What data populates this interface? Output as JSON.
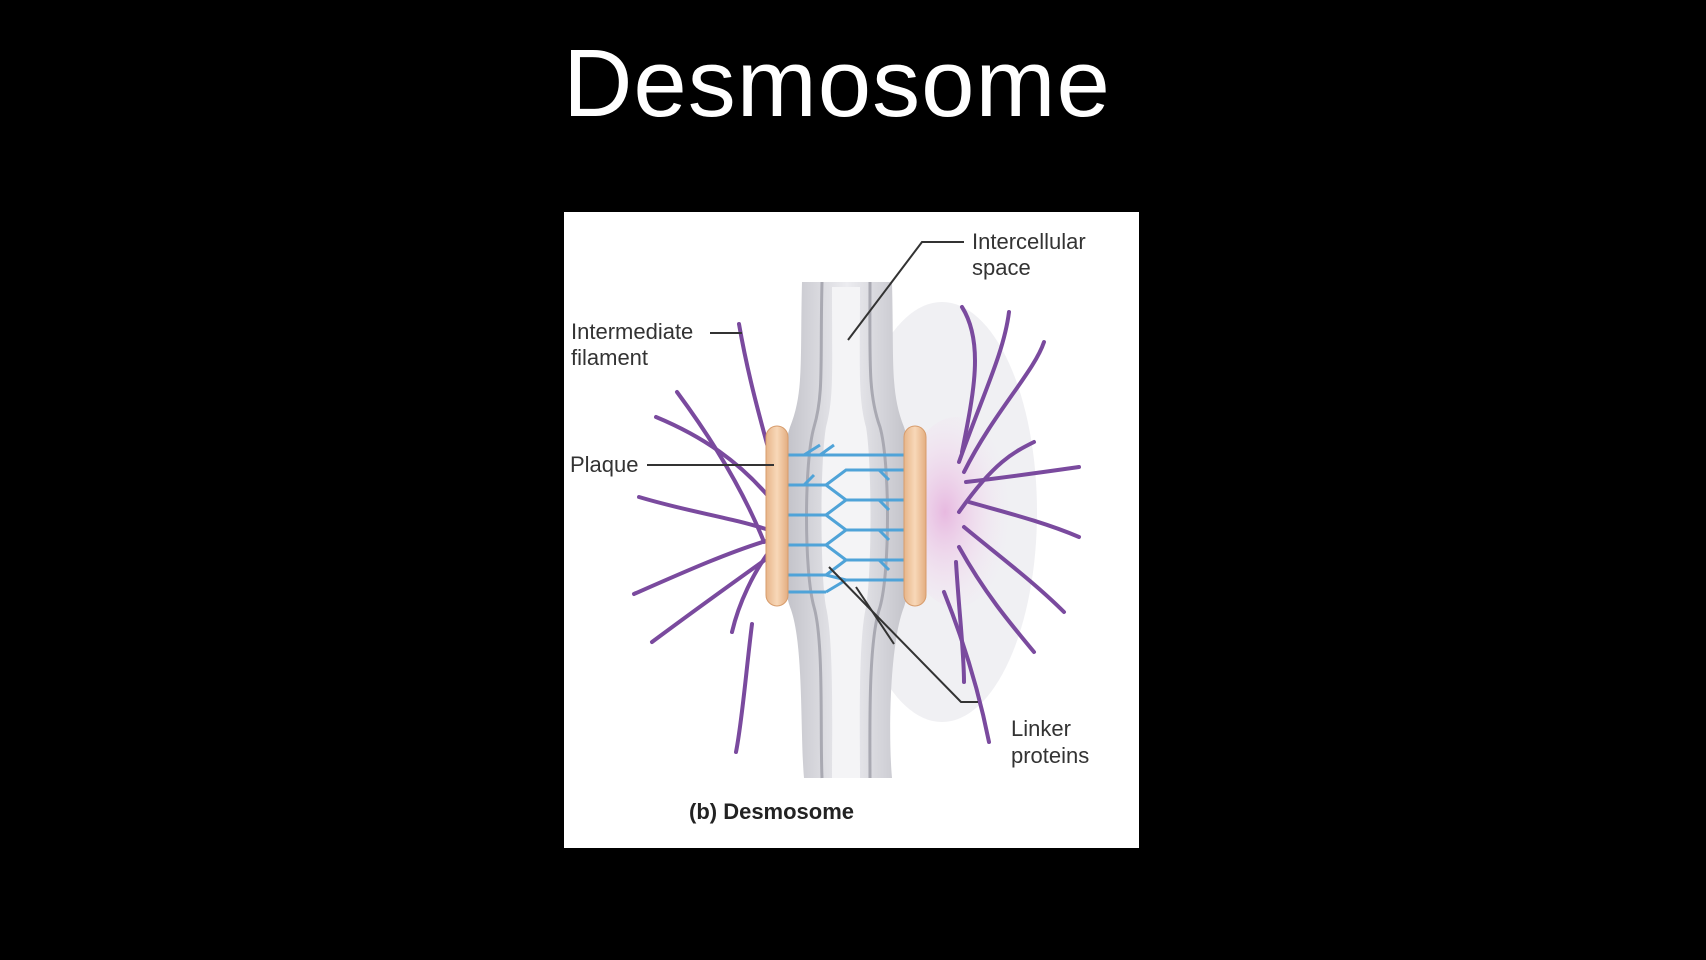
{
  "slide": {
    "title": "Desmosome",
    "background_color": "#000000",
    "title_color": "#ffffff"
  },
  "figure": {
    "labels": {
      "intercellular_space": [
        "Intercellular",
        "space"
      ],
      "intermediate_filament": [
        "Intermediate",
        "filament"
      ],
      "plaque": "Plaque",
      "linker_proteins": [
        "Linker",
        "proteins"
      ]
    },
    "caption": "(b) Desmosome",
    "colors": {
      "panel": "#ffffff",
      "membrane": "#c9c9cf",
      "plaque": "#f2c9a0",
      "filament": "#7a4a9e",
      "linker": "#4fa3d8",
      "leader_line": "#333333"
    }
  }
}
